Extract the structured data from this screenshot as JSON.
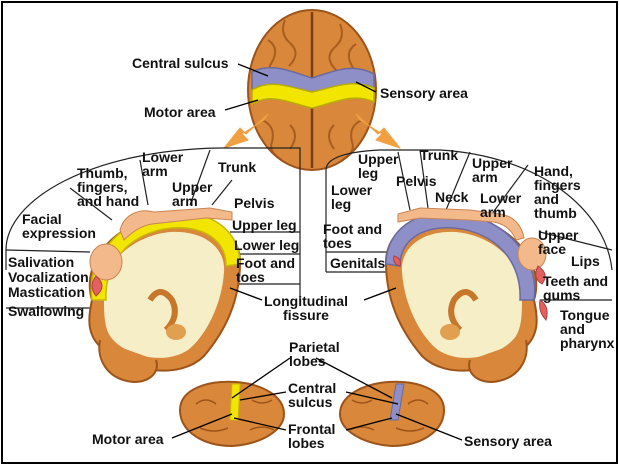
{
  "top": {
    "central_sulcus": "Central sulcus",
    "motor_area": "Motor area",
    "sensory_area": "Sensory area"
  },
  "motor_homunculus": {
    "lower_arm": "Lower\narm",
    "trunk": "Trunk",
    "thumb_fingers_hand": "Thumb,\nfingers,\nand hand",
    "upper_arm": "Upper\narm",
    "pelvis": "Pelvis",
    "upper_leg": "Upper leg",
    "lower_leg": "Lower leg",
    "foot_toes": "Foot and\ntoes",
    "facial_expression": "Facial\nexpression",
    "salivation": "Salivation",
    "vocalization": "Vocalization",
    "mastication": "Mastication",
    "swallowing": "Swallowing"
  },
  "sensory_homunculus": {
    "upper_leg": "Upper\nleg",
    "trunk": "Trunk",
    "upper_arm": "Upper\narm",
    "hand_fingers_thumb": "Hand,\nfingers\nand\nthumb",
    "pelvis": "Pelvis",
    "lower_leg": "Lower\nleg",
    "neck": "Neck",
    "lower_arm": "Lower\narm",
    "foot_toes": "Foot and\ntoes",
    "upper_face": "Upper\nface",
    "lips": "Lips",
    "genitals": "Genitals",
    "teeth_gums": "Teeth and\ngums",
    "tongue_pharynx": "Tongue\nand\npharynx"
  },
  "center": {
    "longitudinal_fissure": "Longitudinal\nfissure"
  },
  "bottom": {
    "parietal_lobes": "Parietal\nlobes",
    "central_sulcus": "Central\nsulcus",
    "frontal_lobes": "Frontal\nlobes",
    "motor_area": "Motor area",
    "sensory_area": "Sensory area"
  },
  "colors": {
    "motor": "#f2e600",
    "sensory": "#8e8fc6",
    "brain": "#d9873a",
    "brain_dark": "#b0601f",
    "white_matter": "#f6eec6",
    "arrow": "#f0a040",
    "skin": "#f3b98a"
  }
}
